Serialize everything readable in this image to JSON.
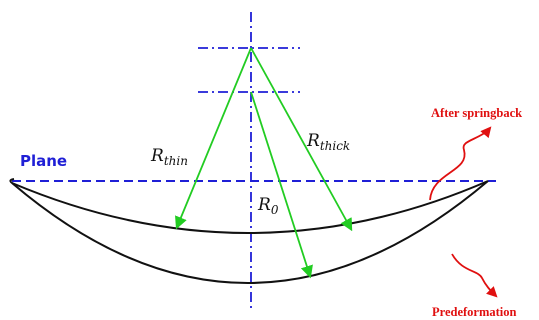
{
  "labels": {
    "plane": "Plane",
    "after_springback": "After springback",
    "predeformation": "Predeformation",
    "r_thin_main": "R",
    "r_thin_sub": "thin",
    "r_thick_main": "R",
    "r_thick_sub": "thick",
    "r0_main": "R",
    "r0_sub": "0"
  },
  "colors": {
    "axis": "#1f1fd6",
    "radius_arrow": "#22cc22",
    "annotation": "#e01010",
    "outline": "#111111"
  }
}
